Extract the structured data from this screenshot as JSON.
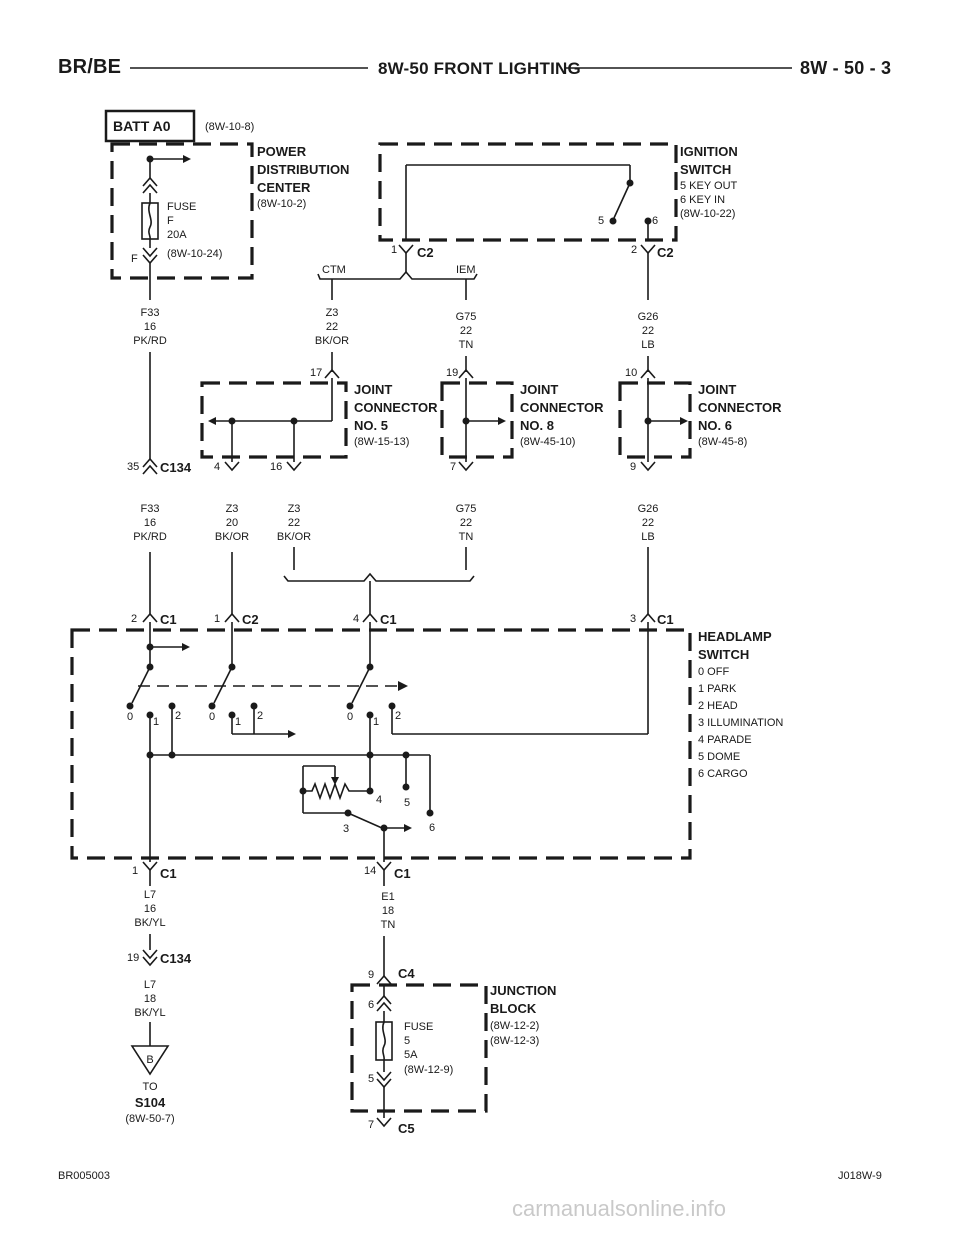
{
  "header": {
    "left": "BR/BE",
    "center": "8W-50 FRONT LIGHTING",
    "right": "8W - 50 - 3"
  },
  "footer": {
    "left": "BR005003",
    "right": "J018W-9",
    "watermark": "carmanualsonline.info"
  },
  "batt": {
    "label": "BATT A0",
    "ref": "(8W-10-8)"
  },
  "pdc": {
    "line1": "POWER",
    "line2": "DISTRIBUTION",
    "line3": "CENTER",
    "ref": "(8W-10-2)",
    "fuse_l1": "FUSE",
    "fuse_l2": "F",
    "fuse_l3": "20A",
    "fuse_pin": "F",
    "fuse_ref": "(8W-10-24)"
  },
  "ign": {
    "line1": "IGNITION",
    "line2": "SWITCH",
    "note1": "5 KEY OUT",
    "note2": "6 KEY IN",
    "ref": "(8W-10-22)",
    "pin5": "5",
    "pin6": "6",
    "c_left_pin": "1",
    "c_left": "C2",
    "c_right_pin": "2",
    "c_right": "C2"
  },
  "labels": {
    "ctm": "CTM",
    "iem": "IEM"
  },
  "wires": {
    "f33_top": [
      "F33",
      "16",
      "PK/RD"
    ],
    "z3_top": [
      "Z3",
      "22",
      "BK/OR"
    ],
    "g75_top": [
      "G75",
      "22",
      "TN"
    ],
    "g26_top": [
      "G26",
      "22",
      "LB"
    ],
    "f33_bot": [
      "F33",
      "16",
      "PK/RD"
    ],
    "z3_20": [
      "Z3",
      "20",
      "BK/OR"
    ],
    "z3_22": [
      "Z3",
      "22",
      "BK/OR"
    ],
    "g75_bot": [
      "G75",
      "22",
      "TN"
    ],
    "g26_bot": [
      "G26",
      "22",
      "LB"
    ],
    "l7_16": [
      "L7",
      "16",
      "BK/YL"
    ],
    "l7_18": [
      "L7",
      "18",
      "BK/YL"
    ],
    "e1": [
      "E1",
      "18",
      "TN"
    ]
  },
  "jc5": {
    "line1": "JOINT",
    "line2": "CONNECTOR",
    "line3": "NO. 5",
    "ref": "(8W-15-13)",
    "pin_top": "17",
    "pin_a": "4",
    "pin_b": "16"
  },
  "jc8": {
    "line1": "JOINT",
    "line2": "CONNECTOR",
    "line3": "NO. 8",
    "ref": "(8W-45-10)",
    "pin_top": "19",
    "pin_bot": "7"
  },
  "jc6": {
    "line1": "JOINT",
    "line2": "CONNECTOR",
    "line3": "NO. 6",
    "ref": "(8W-45-8)",
    "pin_top": "10",
    "pin_bot": "9"
  },
  "c134a": {
    "pin": "35",
    "name": "C134"
  },
  "hs": {
    "line1": "HEADLAMP",
    "line2": "SWITCH",
    "positions": [
      "0 OFF",
      "1 PARK",
      "2 HEAD",
      "3 ILLUMINATION",
      "4 PARADE",
      "5 DOME",
      "6 CARGO"
    ],
    "c_a_pin": "2",
    "c_a": "C1",
    "c_b_pin": "1",
    "c_b": "C2",
    "c_c_pin": "4",
    "c_c": "C1",
    "c_d_pin": "3",
    "c_d": "C1",
    "out1_pin": "1",
    "out1": "C1",
    "out2_pin": "14",
    "out2": "C1",
    "sw_0": "0",
    "sw_1": "1",
    "sw_2": "2",
    "rh_3": "3",
    "rh_4": "4",
    "rh_5": "5",
    "rh_6": "6"
  },
  "c134b": {
    "pin": "19",
    "name": "C134"
  },
  "to": {
    "letter": "B",
    "to": "TO",
    "splice": "S104",
    "ref": "(8W-50-7)"
  },
  "jb": {
    "line1": "JUNCTION",
    "line2": "BLOCK",
    "ref1": "(8W-12-2)",
    "ref2": "(8W-12-3)",
    "c4_pin": "9",
    "c4": "C4",
    "c5_pin": "7",
    "c5": "C5",
    "f_in": "6",
    "f_out": "5",
    "fuse_l1": "FUSE",
    "fuse_l2": "5",
    "fuse_l3": "5A",
    "fuse_ref": "(8W-12-9)"
  }
}
